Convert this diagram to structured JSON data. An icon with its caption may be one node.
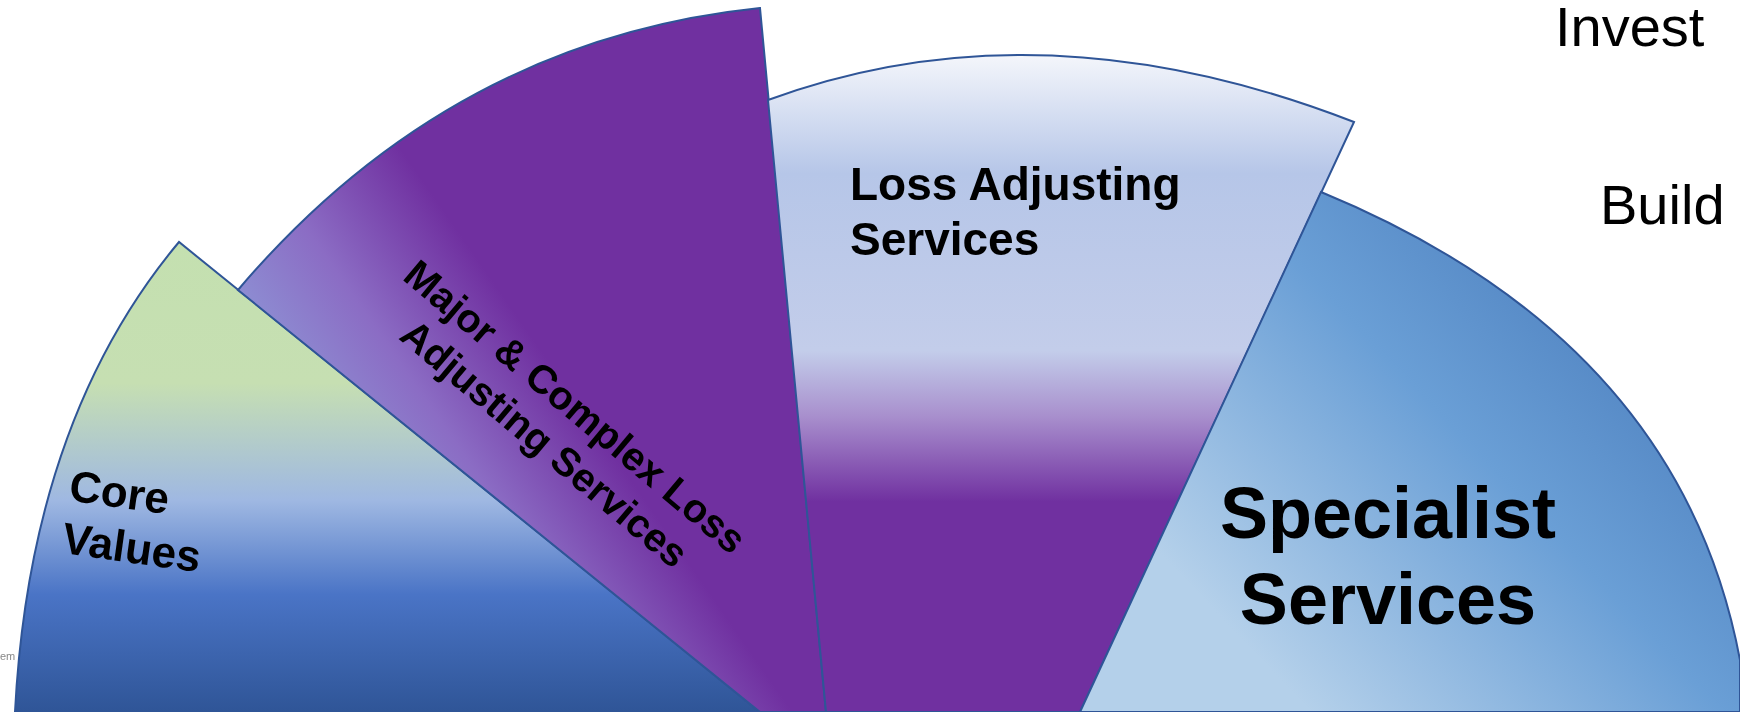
{
  "diagram": {
    "nodes": [
      {
        "text": [
          "Core Values"
        ]
      },
      {
        "text": [
          "Major & Complex Loss Adjusting Services"
        ]
      },
      {
        "text": [
          "Loss Adjusting Services"
        ]
      },
      {
        "text": [
          "Specialist Services"
        ]
      }
    ],
    "labels": [
      "Invest",
      "Build",
      "em"
    ]
  }
}
